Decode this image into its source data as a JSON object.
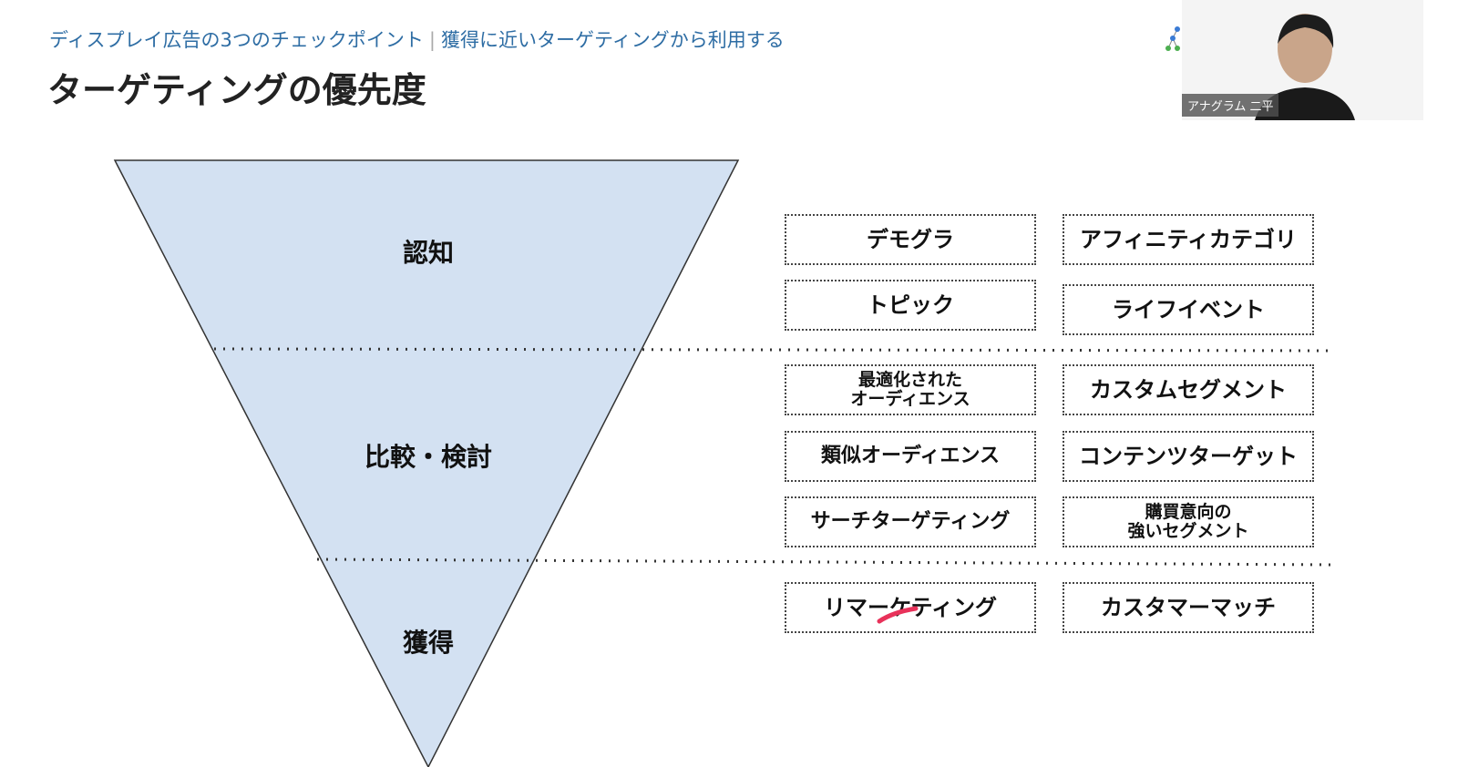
{
  "header": {
    "subtitle_left": "ディスプレイ広告の3つのチェックポイント",
    "subtitle_sep": "|",
    "subtitle_right": "獲得に近いターゲティングから利用する",
    "title": "ターゲティングの優先度"
  },
  "funnel": {
    "fill": "#d3e1f2",
    "stages": [
      "認知",
      "比較・検討",
      "獲得"
    ]
  },
  "targeting": {
    "awareness": [
      "デモグラ",
      "アフィニティカテゴリ",
      "トピック",
      "ライフイベント"
    ],
    "consideration": [
      "最適化された\nオーディエンス",
      "カスタムセグメント",
      "類似オーディエンス",
      "コンテンツターゲット",
      "サーチターゲティング",
      "購買意向の\n強いセグメント"
    ],
    "acquisition": [
      "リマーケティング",
      "カスタマーマッチ"
    ]
  },
  "video": {
    "participant_name": "アナグラム 二平"
  }
}
